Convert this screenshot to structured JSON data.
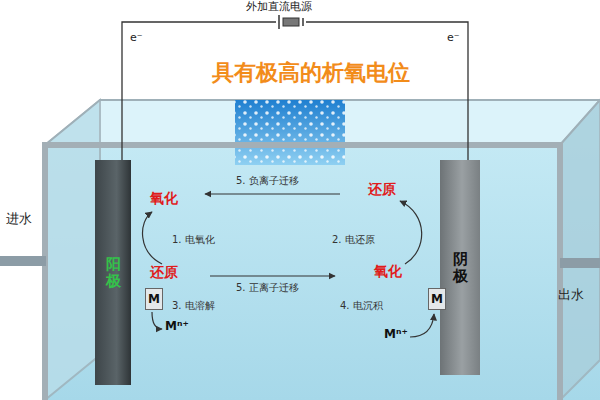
{
  "diagram": {
    "title": "具有极高的析氧电位",
    "nodes": [
      {
        "text": [
          "阳极"
        ]
      },
      {
        "text": [
          "阴极"
        ]
      },
      {
        "text": [
          "M"
        ],
        "in": 0
      },
      {
        "text": [
          "M"
        ],
        "in": 1
      }
    ],
    "edges": [
      {
        "from": 0,
        "to": 1,
        "arrow": "none"
      }
    ],
    "labels": [
      "外加直流电源",
      "e⁻",
      "e⁻",
      "进水",
      "出水",
      "氧化",
      "还原",
      "还原",
      "氧化",
      "1. 电氧化",
      "2. 电还原",
      "3. 电溶解",
      "4. 电沉积",
      "5. 负离子迁移",
      "5. 正离子迁移",
      "Mⁿ⁺",
      "Mⁿ⁺"
    ]
  }
}
